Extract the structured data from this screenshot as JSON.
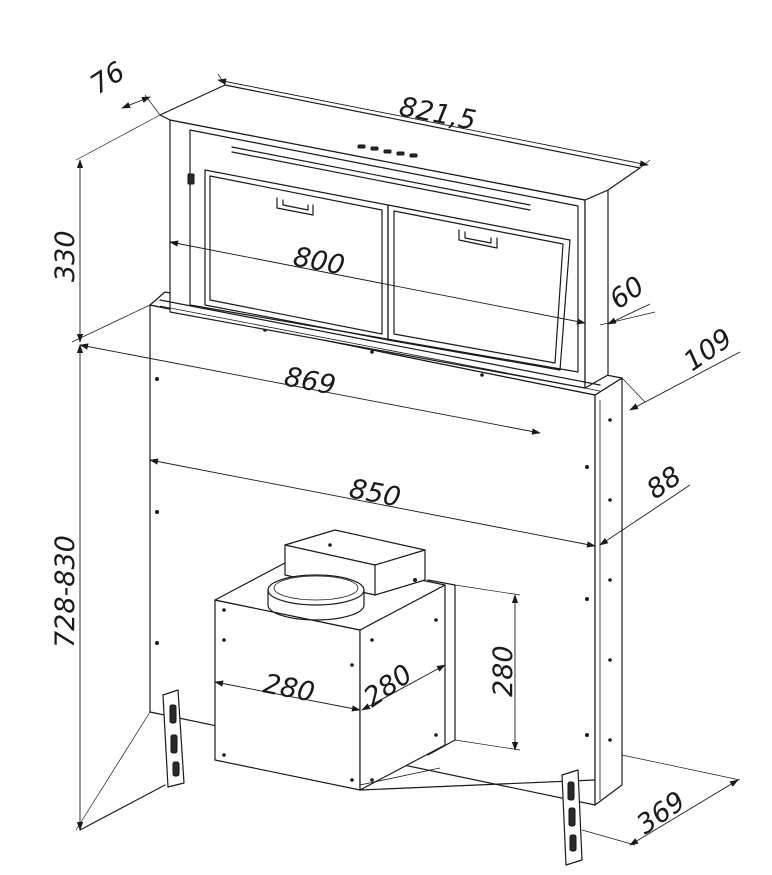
{
  "dimensions": {
    "hood_depth": "76",
    "hood_width": "821,5",
    "hood_height": "330",
    "filter_width": "800",
    "panel_thickness": "60",
    "total_width": "869",
    "total_depth": "109",
    "body_width": "850",
    "side_depth": "88",
    "total_height_range": "728-830",
    "motor_width": "280",
    "motor_depth": "280",
    "motor_height": "280",
    "leg_depth": "369"
  }
}
